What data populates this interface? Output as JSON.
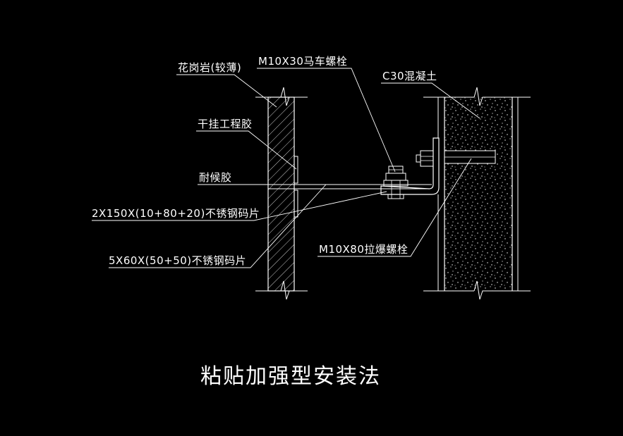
{
  "labels": {
    "granite": "花岗岩(较薄)",
    "bolt_m10x30": "M10X30马车螺栓",
    "concrete": "C30混凝土",
    "dry_hang_glue": "干挂工程胶",
    "weather_glue": "耐候胶",
    "steel_piece_2x150": "2X150X(10+80+20)不锈钢码片",
    "steel_piece_5x60": "5X60X(50+50)不锈钢码片",
    "anchor_m10x80": "M10X80拉爆螺栓"
  },
  "title": "粘贴加强型安装法",
  "colors": {
    "background": "#000000",
    "line": "#ffffff"
  }
}
